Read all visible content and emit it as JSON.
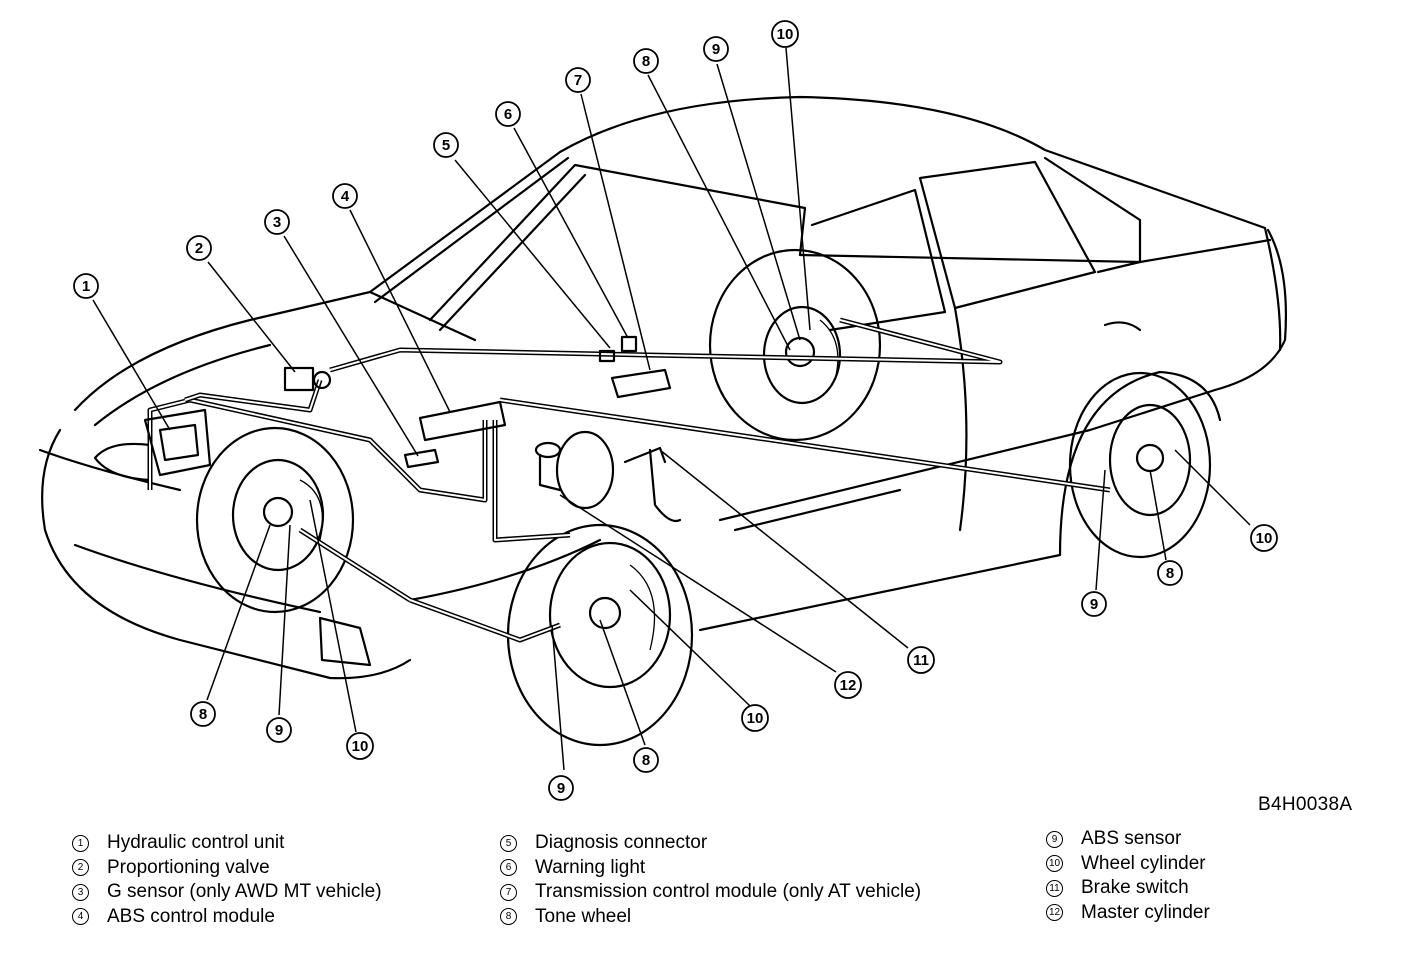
{
  "callouts": [
    "1",
    "2",
    "3",
    "4",
    "5",
    "6",
    "7",
    "8",
    "9",
    "10",
    "11",
    "12"
  ],
  "reference_code": "B4H0038A",
  "legend": [
    {
      "num": "1",
      "label": "Hydraulic control unit"
    },
    {
      "num": "2",
      "label": "Proportioning valve"
    },
    {
      "num": "3",
      "label": "G sensor (only AWD MT vehicle)"
    },
    {
      "num": "4",
      "label": "ABS control module"
    },
    {
      "num": "5",
      "label": "Diagnosis connector"
    },
    {
      "num": "6",
      "label": "Warning light"
    },
    {
      "num": "7",
      "label": "Transmission control module (only AT vehicle)"
    },
    {
      "num": "8",
      "label": "Tone wheel"
    },
    {
      "num": "9",
      "label": "ABS sensor"
    },
    {
      "num": "10",
      "label": "Wheel cylinder"
    },
    {
      "num": "11",
      "label": "Brake switch"
    },
    {
      "num": "12",
      "label": "Master cylinder"
    }
  ]
}
